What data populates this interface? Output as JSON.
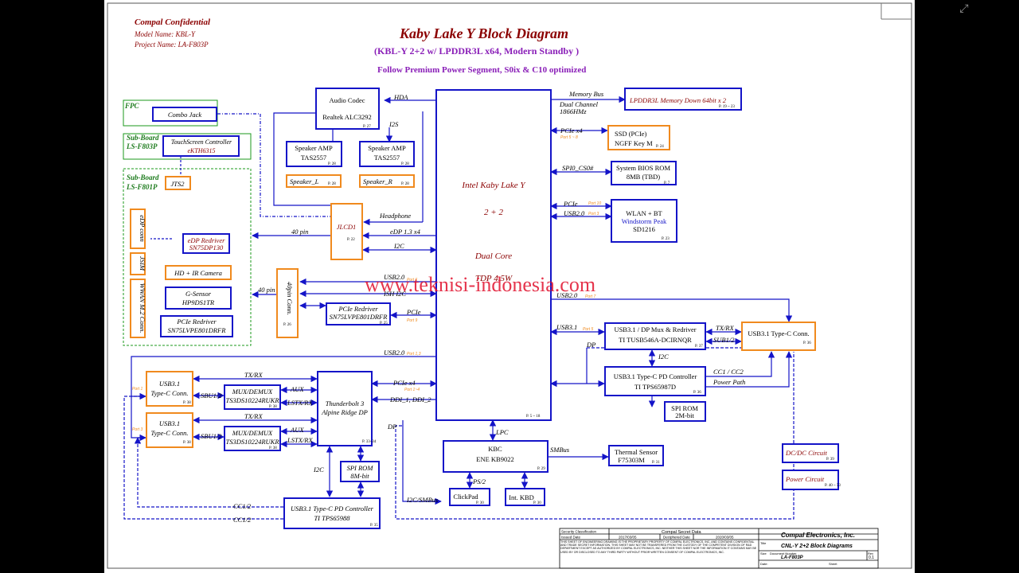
{
  "header": {
    "confidential": "Compal Confidential",
    "model": "Model Name: KBL-Y",
    "project": "Project Name: LA-F803P",
    "title": "Kaby Lake Y Block Diagram",
    "subtitle": "(KBL-Y 2+2 w/ LPDDR3L x64, Modern Standby )",
    "note": "Follow Premium Power Segment, S0ix & C10 optimized"
  },
  "watermark": "www.teknisi-indonesia.com",
  "groups": {
    "fpc": "FPC",
    "sub_f803p_a": "Sub-Board",
    "sub_f803p_b": "LS-F803P",
    "sub_f801p_a": "Sub-Board",
    "sub_f801p_b": "LS-F801P"
  },
  "blocks": {
    "cpu": {
      "line1": "Intel Kaby Lake Y",
      "line2": "2 + 2",
      "line3": "Dual Core",
      "line4": "TDP 4.5W",
      "page": "P. 5 ~ 18"
    },
    "memory": {
      "label": "LPDDR3L Memory Down 64bit x 2",
      "page": "P. 19 ~ 23"
    },
    "ssd": {
      "line1": "SSD (PCIe)",
      "line2": "NGFF Key M",
      "page": "P. 24"
    },
    "bios": {
      "line1": "System BIOS ROM",
      "line2": "8MB (TBD)",
      "page": "P. 7"
    },
    "wlan": {
      "line1": "WLAN +  BT",
      "line2": "Windstorm Peak",
      "line3": "SD1216",
      "page": "P. 23"
    },
    "audio": {
      "line1": "Audio Codec",
      "line2": "Realtek ALC3292",
      "page": "P. 27"
    },
    "amp1": {
      "line1": "Speaker AMP",
      "line2": "TAS2557",
      "page": "P. 28"
    },
    "amp2": {
      "line1": "Speaker AMP",
      "line2": "TAS2557",
      "page": "P. 28"
    },
    "spk_l": {
      "label": "Speaker_L",
      "page": "P. 28"
    },
    "spk_r": {
      "label": "Speaker_R",
      "page": "P. 28"
    },
    "combo": {
      "label": "Combo Jack"
    },
    "touch": {
      "line1": "TouchScreen Controller",
      "line2": "eKTH6315"
    },
    "jts2": {
      "label": "JTS2"
    },
    "jlcd1": {
      "label": "JLCD1",
      "page": "P. 22"
    },
    "edp_conn": {
      "label": "eDP conn"
    },
    "edp_redriver": {
      "line1": "eDP Redriver",
      "line2": "SN75DP130"
    },
    "jsim": {
      "label": "JSIM"
    },
    "wwan": {
      "label": "WWAN M.2 Conn."
    },
    "camera": {
      "label": "HD + IR Camera"
    },
    "gsensor": {
      "line1": "G-Sensor",
      "line2": "HP9DS1TR"
    },
    "pcie_redriver_sub": {
      "line1": "PCIe Redriver",
      "line2": "SN75LVPE801DRFR"
    },
    "conn40": {
      "label": "40pin Conn.",
      "page": "P. 26"
    },
    "pcie_redriver": {
      "line1": "PCIe Redriver",
      "line2": "SN75LVPE801DRFR",
      "page": "P. 25"
    },
    "usb_mux": {
      "line1": "USB3.1 / DP Mux & Redriver",
      "line2": "TI TUSB546A-DCIRNQR",
      "page": "P. 37"
    },
    "typec_right": {
      "label": "USB3.1 Type-C Conn.",
      "page": "P. 36"
    },
    "pd_right": {
      "line1": "USB3.1 Type-C PD Controller",
      "line2": "TI TPS65987D",
      "page": "P. 36"
    },
    "spi_rom2": {
      "line1": "SPI ROM",
      "line2": "2M-bit"
    },
    "typec1": {
      "line1": "USB3.1",
      "line2": "Type-C Conn.",
      "page": "P. 38"
    },
    "typec2": {
      "line1": "USB3.1",
      "line2": "Type-C Conn.",
      "page": "P. 38"
    },
    "mux1": {
      "line1": "MUX/DEMUX",
      "line2": "TS3DS10224RUKR",
      "page": "P. 38"
    },
    "mux2": {
      "line1": "MUX/DEMUX",
      "line2": "TS3DS10224RUKR",
      "page": "P. 38"
    },
    "tbt": {
      "line1": "Thunderbolt 3",
      "line2": "Alpine Ridge DP",
      "page": "P. 33~34"
    },
    "spi_rom8": {
      "line1": "SPI ROM",
      "line2": "8M-bit"
    },
    "pd_bottom": {
      "line1": "USB3.1 Type-C PD Controller",
      "line2": "TI TPS65988",
      "page": "P. 35"
    },
    "kbc": {
      "line1": "KBC",
      "line2": "ENE KB9022",
      "page": "P. 29"
    },
    "thermal": {
      "line1": "Thermal Sensor",
      "line2": "F75303M",
      "page": "P. 31"
    },
    "clickpad": {
      "label": "ClickPad",
      "page": "P. 30"
    },
    "intkbd": {
      "label": "Int. KBD",
      "page": "P. 30"
    },
    "dcdc": {
      "label": "DC/DC Circuit",
      "page": "P. 39"
    },
    "power": {
      "label": "Power Circuit",
      "page": "P. 40 ~ 53"
    }
  },
  "signals": {
    "hda": "HDA",
    "i2s": "I2S",
    "headphone": "Headphone",
    "memory_bus": "Memory Bus",
    "dual_channel": "Dual Channel",
    "freq": "1866HMz",
    "pcie_x4_ssd": "PCIe x4",
    "port_5_8": "Port 5 ~ 8",
    "spi_cs0": "SPI0_CS0#",
    "pcie_wlan": "PCIe",
    "port10": "Port 10",
    "usb20_wlan": "USB2.0",
    "port3": "Port 3",
    "edp_x4": "eDP 1.3 x4",
    "i2c_jlcd": "I2C",
    "pin40_a": "40 pin",
    "pin40_b": "40 pin",
    "usb20_conn": "USB2.0",
    "port6": "Port 6",
    "ish_i2c": "ISH I2C",
    "pcie_redr": "PCIe",
    "port9": "Port 9",
    "usb20_right": "USB2.0",
    "port7": "Port 7",
    "usb31": "USB3.1",
    "port5": "Port 5",
    "dp_right": "DP",
    "txrx_right": "TX/RX",
    "sub12_right": "SUB1/2",
    "i2c_right": "I2C",
    "cc12_right": "CC1 / CC2",
    "power_path": "Power Path",
    "usb20_left": "USB2.0",
    "port_1_3": "Port 1,3",
    "txrx1": "TX/RX",
    "aux1": "AUX",
    "lstx1": "LSTX/RX",
    "sbu1": "SBU1/2",
    "port1": "Port 1",
    "txrx2": "TX/RX",
    "aux2": "AUX",
    "lstx2": "LSTX/RX",
    "sbu2": "SBU1/2",
    "port3_left": "Port 3",
    "pcie_tbt": "PCIe x4",
    "port_1_4": "Port 1~4",
    "ddi": "DDI_1, DDI_2",
    "dp_tbt": "DP",
    "i2c_tbt": "I2C",
    "lpc": "LPC",
    "smbus": "SMBus",
    "ps2": "PS/2",
    "i2c_smbus": "I2C/SMBus",
    "cc12_a": "CC1/2",
    "cc12_b": "CC1/2"
  },
  "titleblock": {
    "security_label": "Security Classification",
    "secret": "Compal Secret Data",
    "issued_label": "Issued Date",
    "issued": "2017/03/05",
    "deciphered_label": "Deciphered Date",
    "deciphered": "2020/03/05",
    "company": "Compal Electronics, Inc.",
    "title_label": "Title",
    "doc_title": "CNL-Y 2+2 Block Diagrams",
    "size_label": "Size",
    "doc_label": "Document Number",
    "rev_label": "Rev",
    "doc_number": "LA-F803P",
    "rev": "0.1",
    "date_label": "Date:",
    "sheet_label": "Sheet",
    "disclaimer": "THIS SHEET OF ENGINEERING DRAWING IS THE PROPRIETARY PROPERTY OF COMPAL ELECTRONICS, INC. AND CONTAINS CONFIDENTIAL AND TRADE SECRET INFORMATION. THIS SHEET MAY NOT BE TRANSFERED FROM THE CUSTODY OF THE COMPETENT DIVISION OF R&D DEPARTMENT EXCEPT AS AUTHORIZED BY COMPAL ELECTRONICS, INC. NEITHER THIS SHEET NOR THE INFORMATION IT CONTAINS MAY BE USED BY OR DISCLOSED TO ANY THIRD PARTY WITHOUT PRIOR WRITTEN CONSENT OF COMPAL ELECTRONICS, INC."
  },
  "colors": {
    "blue": "#1414c8",
    "orange": "#f08a1e",
    "red": "#8b0000",
    "green": "#1b7a1b",
    "watermark": "#e0112d"
  }
}
